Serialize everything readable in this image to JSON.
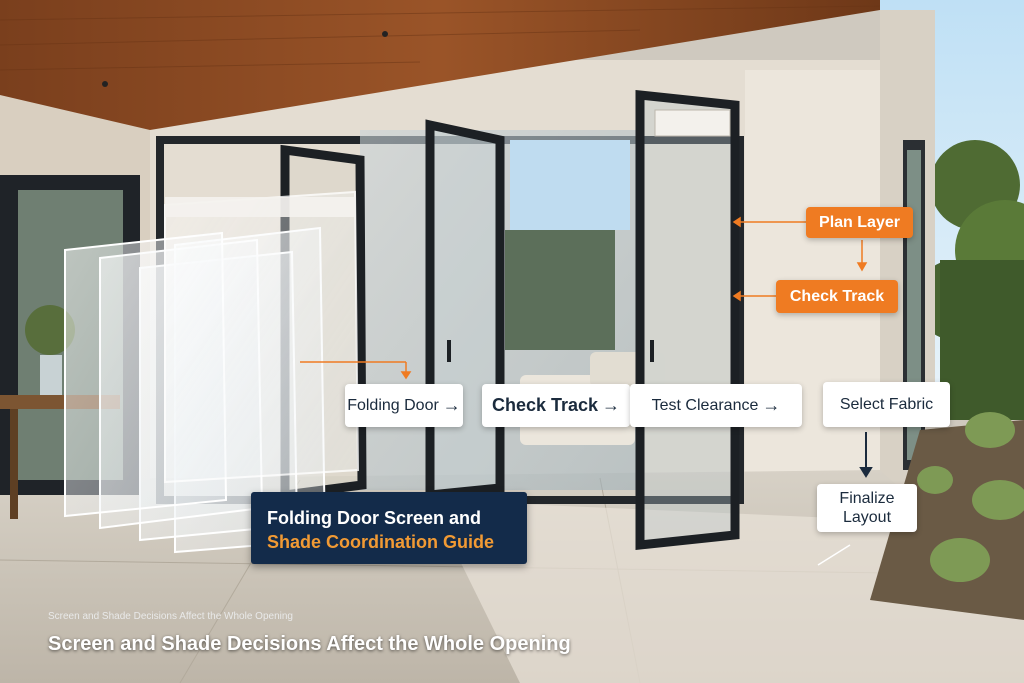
{
  "guide": {
    "title_line1": "Folding Door Screen and",
    "title_line2": "Shade Coordination Guide"
  },
  "flow": {
    "step1": "Folding Door",
    "step2": "Check Track",
    "step3": "Test Clearance",
    "step4": "Select Fabric",
    "step5_line1": "Finalize",
    "step5_line2": "Layout",
    "arrow": "→"
  },
  "callouts": {
    "plan_layer": "Plan Layer",
    "check_track": "Check Track"
  },
  "captions": {
    "small": "Screen and Shade Decisions Affect the Whole Opening",
    "main": "Screen and Shade Decisions Affect the Whole Opening"
  },
  "colors": {
    "accent_orange": "#ef7b22",
    "navy": "#132b4a",
    "title_orange": "#f19a34"
  }
}
